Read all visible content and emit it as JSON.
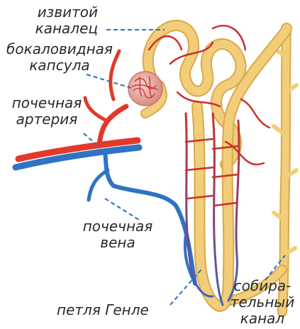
{
  "labels": {
    "tubule": [
      "извитой",
      "каналец"
    ],
    "capsule": [
      "бокаловидная",
      "капсула"
    ],
    "artery": [
      "почечная",
      "артерия"
    ],
    "vein": [
      "почечная",
      "вена"
    ],
    "loop": "петля Генле",
    "duct": [
      "собира-",
      "тельный",
      "канал"
    ]
  },
  "colors": {
    "tubule": "#f2cd7a",
    "tubule_outline": "#d9a94c",
    "artery": "#e23a2a",
    "vein": "#2f73c4",
    "capillary": "#c9302c",
    "capsule": "#e6a39a",
    "leader": "#2d6fb5",
    "text": "#2a2a2a"
  }
}
